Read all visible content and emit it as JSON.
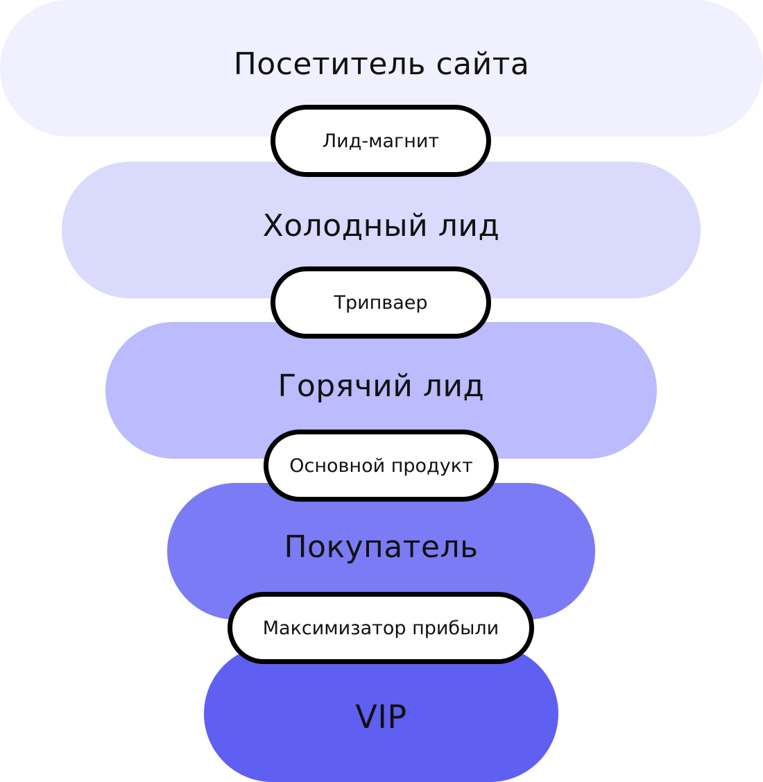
{
  "funnel": {
    "stages": [
      {
        "label": "Посетитель сайта",
        "color": "#f0f0fe"
      },
      {
        "label": "Холодный лид",
        "color": "#dadafd"
      },
      {
        "label": "Горячий лид",
        "color": "#bbbbfd"
      },
      {
        "label": "Покупатель",
        "color": "#7b7bf5"
      },
      {
        "label": "VIP",
        "color": "#5f5ff2"
      }
    ],
    "transitions": [
      {
        "label": "Лид-магнит"
      },
      {
        "label": "Трипваер"
      },
      {
        "label": "Основной продукт"
      },
      {
        "label": "Максимизатор прибыли"
      }
    ],
    "pill_border_color": "#000000",
    "pill_fill_color": "#ffffff"
  }
}
